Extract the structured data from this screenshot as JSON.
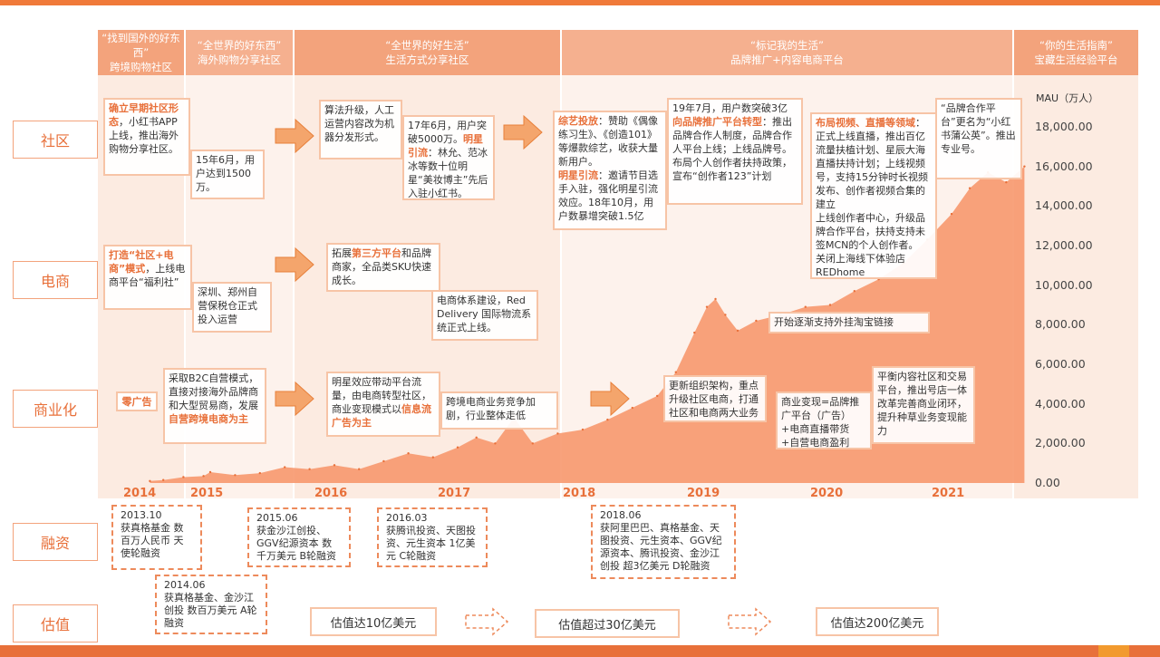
{
  "phases": [
    {
      "line1": "“找到国外的好东西”",
      "line2": "跨境购物社区"
    },
    {
      "line1": "“全世界的好东西”",
      "line2": "海外购物分享社区"
    },
    {
      "line1": "“全世界的好生活”",
      "line2": "生活方式分享社区"
    },
    {
      "line1": "“标记我的生活”",
      "line2": "品牌推广+内容电商平台"
    },
    {
      "line1": "“你的生活指南”",
      "line2": "宝藏生活经验平台"
    }
  ],
  "row_labels": {
    "community": "社区",
    "ecommerce": "电商",
    "monetization": "商业化",
    "financing": "融资",
    "valuation": "估值"
  },
  "boxes": {
    "c1": {
      "hl": "确立早期社区形态",
      "text": "，小红书APP上线，推出海外购物分享社区。"
    },
    "c2": {
      "text": "15年6月，用户达到1500万。"
    },
    "c3": {
      "text": "算法升级，人工运营内容改为机器分发形式。"
    },
    "c4": {
      "t1": "17年6月，用户突破5000万。",
      "hl": "明星引流",
      "t2": "：林允、范冰冰等数十位明星“美妆博主”先后入驻小红书。"
    },
    "c5": {
      "hl1": "综艺投放",
      "t1": "：赞助《偶像练习生》、《创造101》等爆款综艺，收获大量新用户。",
      "hl2": "明星引流",
      "t2": "：邀请节目选手入驻，强化明星引流效应。18年10月，用户数暴增突破1.5亿"
    },
    "c6": {
      "t1": "19年7月，用户数突破3亿",
      "hl": "向品牌推广平台转型",
      "t2": "：推出品牌合作人制度，品牌合作人平台上线；上线品牌号。布局个人创作者扶持政策，宣布“创作者123”计划"
    },
    "c7": {
      "hl": "布局视频、直播等领域",
      "t1": "：正式上线直播，推出百亿流量扶植计划、星辰大海直播扶持计划；上线视频号，支持15分钟时长视频发布、创作者视频合集的建立",
      "t2": "上线创作者中心，升级品牌合作平台，扶持支持未签MCN的个人创作者。",
      "t3": "关闭上海线下体验店REDhome"
    },
    "c8": {
      "text": "“品牌合作平台”更名为“小红书蒲公英”。推出专业号。"
    },
    "e1": {
      "hl": "打造“社区+电商”模式",
      "text": "，上线电商平台“福利社”"
    },
    "e2": {
      "text": "深圳、郑州自营保税仓正式投入运营"
    },
    "e3": {
      "t1": "拓展",
      "hl": "第三方平台",
      "t2": "和品牌商家，全品类SKU快速成长。"
    },
    "e4": {
      "text": "电商体系建设，Red Delivery 国际物流系统正式上线。"
    },
    "e5": {
      "text": "开始逐渐支持外挂淘宝链接"
    },
    "m0": {
      "text": "零广告"
    },
    "m1": {
      "t1": "采取B2C自营模式，直接对接海外品牌商和大型贸易商，发展",
      "hl": "自营跨境电商为主"
    },
    "m2": {
      "t1": "明星效应带动平台流量，由电商转型社区，商业变现模式以",
      "hl": "信息流广告为主"
    },
    "m3": {
      "text": "跨境电商业务竞争加剧，行业整体走低"
    },
    "m4": {
      "text": "更新组织架构，重点升级社区电商，打通社区和电商两大业务"
    },
    "m5": {
      "text": "商业变现=品牌推广平台（广告）+电商直播带货+自营电商盈利"
    },
    "m6": {
      "text": "平衡内容社区和交易平台，推出号店一体改革完善商业闭环，提升种草业务变现能力"
    }
  },
  "financing": [
    {
      "date": "2013.10",
      "text": "获真格基金 数百万人民币 天使轮融资"
    },
    {
      "date": "2014.06",
      "text": "获真格基金、金沙江创投 数百万美元 A轮融资"
    },
    {
      "date": "2015.06",
      "text": "获金沙江创投、GGV纪源资本 数千万美元 B轮融资"
    },
    {
      "date": "2016.03",
      "text": "获腾讯投资、天图投资、元生资本 1亿美元 C轮融资"
    },
    {
      "date": "2018.06",
      "text": "获阿里巴巴、真格基金、天图投资、元生资本、GGV纪源资本、腾讯投资、金沙江创投 超3亿美元 D轮融资"
    }
  ],
  "valuations": [
    "估值达10亿美元",
    "估值超过30亿美元",
    "估值达200亿美元"
  ],
  "colors": {
    "accent": "#e8703a",
    "area": "#f7956a",
    "phase": "#f3a37c"
  },
  "chart_data": {
    "type": "area",
    "ylabel": "MAU（万人）",
    "ylim": [
      0,
      18000
    ],
    "yticks": [
      "0.00",
      "2,000.00",
      "4,000.00",
      "6,000.00",
      "8,000.00",
      "10,000.00",
      "12,000.00",
      "14,000.00",
      "16,000.00",
      "18,000.00"
    ],
    "xticks": [
      "2014",
      "2015",
      "2016",
      "2017",
      "2018",
      "2019",
      "2020",
      "2021"
    ],
    "x": [
      2014.1,
      2014.3,
      2014.6,
      2014.9,
      2015.0,
      2015.2,
      2015.4,
      2015.6,
      2015.8,
      2016.0,
      2016.2,
      2016.4,
      2016.6,
      2016.8,
      2017.0,
      2017.15,
      2017.3,
      2017.45,
      2017.6,
      2017.8,
      2018.0,
      2018.2,
      2018.4,
      2018.6,
      2018.75,
      2018.9,
      2019.0,
      2019.07,
      2019.15,
      2019.25,
      2019.4,
      2019.6,
      2019.8,
      2020.0,
      2020.2,
      2020.4,
      2020.6,
      2020.8,
      2021.0,
      2021.15,
      2021.3,
      2021.45,
      2021.6
    ],
    "values": [
      100,
      150,
      300,
      350,
      550,
      400,
      500,
      800,
      700,
      900,
      700,
      1100,
      1500,
      1300,
      1800,
      2300,
      2000,
      3300,
      2000,
      2500,
      2700,
      3200,
      3800,
      4400,
      5600,
      7600,
      8900,
      9300,
      8500,
      7700,
      8200,
      8500,
      8900,
      9000,
      9700,
      10300,
      11100,
      12300,
      13600,
      14900,
      15700,
      15200,
      16000
    ]
  }
}
